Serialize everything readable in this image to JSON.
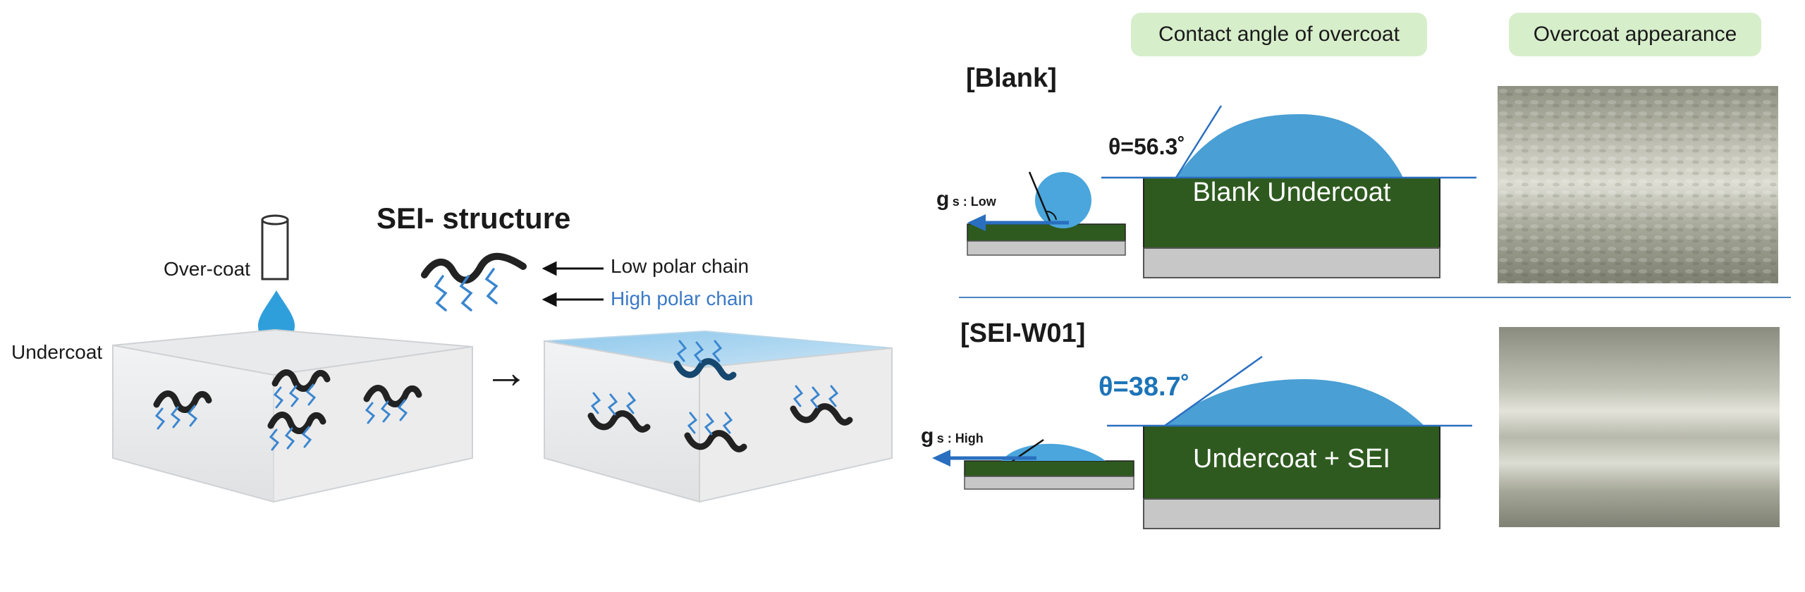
{
  "left_diagram": {
    "overcoat_label": "Over-coat",
    "undercoat_label": "Undercoat",
    "structure_title": "SEI- structure",
    "low_polar_label": "Low polar chain",
    "high_polar_label": "High polar chain",
    "arrow_glyph": "→"
  },
  "right_panel": {
    "header_contact_angle": "Contact angle of overcoat",
    "header_appearance": "Overcoat appearance",
    "rows": [
      {
        "label": "[Blank]",
        "angle_text": "θ=56.3˚",
        "gs_main": "g",
        "gs_sub": "s : Low",
        "layer_text": "Blank Undercoat"
      },
      {
        "label": "[SEI-W01]",
        "angle_text": "θ=38.7˚",
        "gs_main": "g",
        "gs_sub": "s : High",
        "layer_text": "Undercoat + SEI"
      }
    ]
  },
  "colors": {
    "header_pill": "#d7eecb",
    "blue_drop": "#4aa6dc",
    "high_polar_blue": "#3b79c6",
    "dark_green": "#2e5a1f",
    "highlight_angle": "#1d74b8",
    "divider": "#4a86c0"
  }
}
